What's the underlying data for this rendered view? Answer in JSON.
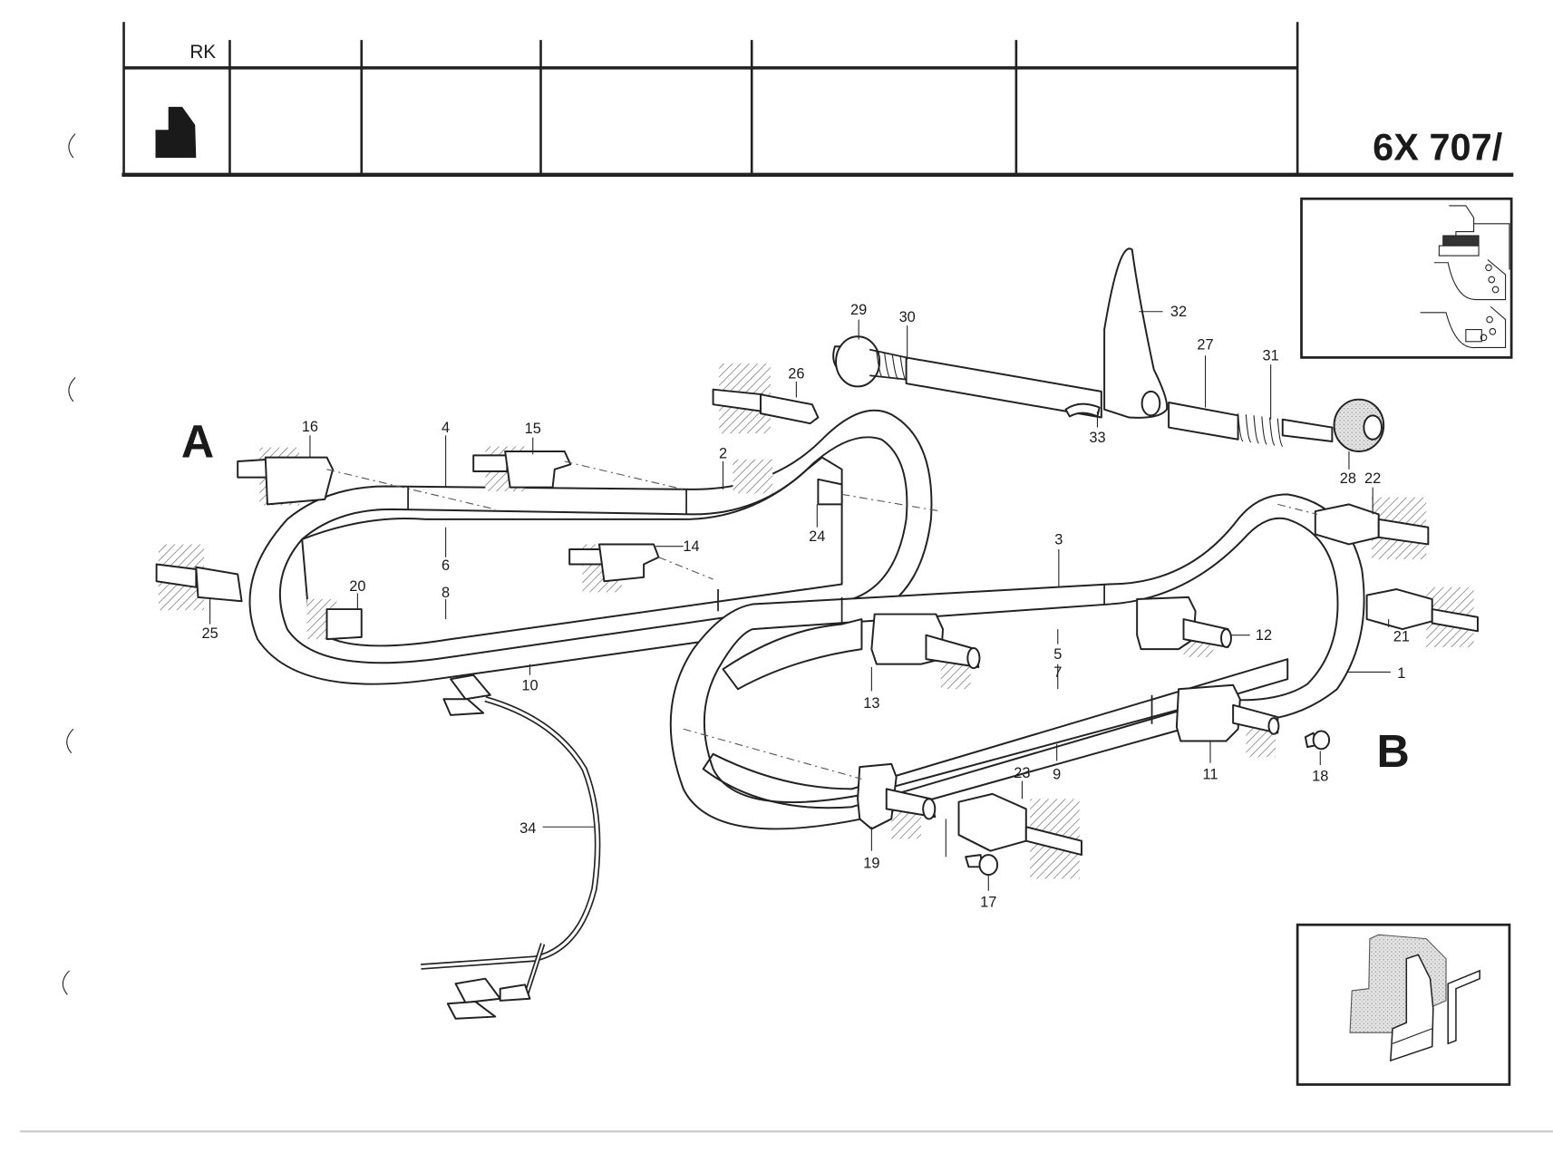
{
  "header": {
    "rk_label": "RK",
    "doc_code": "6X 707/",
    "columns": [
      "",
      "",
      "",
      "",
      ""
    ]
  },
  "assembly_labels": [
    "A",
    "B"
  ],
  "part_callouts": [
    {
      "id": "c1",
      "number": "1"
    },
    {
      "id": "c2",
      "number": "2"
    },
    {
      "id": "c3",
      "number": "3"
    },
    {
      "id": "c4",
      "number": "4"
    },
    {
      "id": "c5",
      "number": "5"
    },
    {
      "id": "c6",
      "number": "6"
    },
    {
      "id": "c7",
      "number": "7"
    },
    {
      "id": "c8",
      "number": "8"
    },
    {
      "id": "c9",
      "number": "9"
    },
    {
      "id": "c10",
      "number": "10"
    },
    {
      "id": "c11",
      "number": "11"
    },
    {
      "id": "c12",
      "number": "12"
    },
    {
      "id": "c13",
      "number": "13"
    },
    {
      "id": "c14",
      "number": "14"
    },
    {
      "id": "c15",
      "number": "15"
    },
    {
      "id": "c16",
      "number": "16"
    },
    {
      "id": "c17",
      "number": "17"
    },
    {
      "id": "c18",
      "number": "18"
    },
    {
      "id": "c19",
      "number": "19"
    },
    {
      "id": "c20",
      "number": "20"
    },
    {
      "id": "c21",
      "number": "21"
    },
    {
      "id": "c22",
      "number": "22"
    },
    {
      "id": "c23",
      "number": "23"
    },
    {
      "id": "c24",
      "number": "24"
    },
    {
      "id": "c25",
      "number": "25"
    },
    {
      "id": "c26",
      "number": "26"
    },
    {
      "id": "c27",
      "number": "27"
    },
    {
      "id": "c28",
      "number": "28"
    },
    {
      "id": "c29",
      "number": "29"
    },
    {
      "id": "c30",
      "number": "30"
    },
    {
      "id": "c31",
      "number": "31"
    },
    {
      "id": "c32",
      "number": "32"
    },
    {
      "id": "c33",
      "number": "33"
    },
    {
      "id": "c34",
      "number": "34"
    }
  ],
  "insets": {
    "top_right": "section-profiles-inset",
    "bottom_right": "block-profile-inset"
  }
}
